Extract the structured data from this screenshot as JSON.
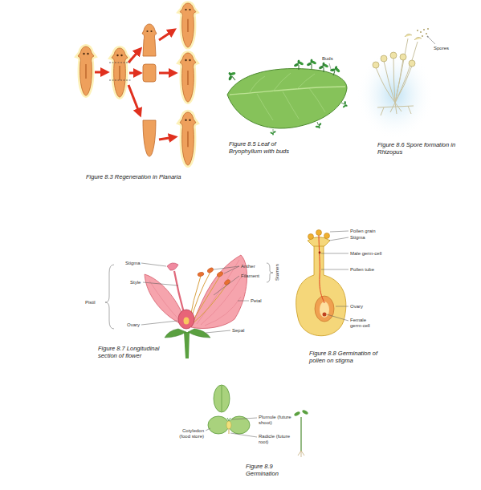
{
  "diagram": {
    "labels": [
      "Figure 8.3 Regeneration in Planaria",
      "Buds",
      "Figure 8.5 Leaf of Bryophyllum with buds",
      "Spores",
      "Figure 8.6 Spore formation in Rhizopus",
      "Stigma",
      "Style",
      "Pistil",
      "Ovary",
      "Anther",
      "Filament",
      "Stamen",
      "Petal",
      "Sepal",
      "Figure 8.7 Longitudinal section of flower",
      "Pollen grain",
      "Stigma",
      "Male germ-cell",
      "Pollen tube",
      "Ovary",
      "Female germ-cell",
      "Figure 8.8 Germination of pollen on stigma",
      "Plumule (future shoot)",
      "Cotyledon (food store)",
      "Radicle (future root)",
      "Figure 8.9 Germination"
    ]
  }
}
